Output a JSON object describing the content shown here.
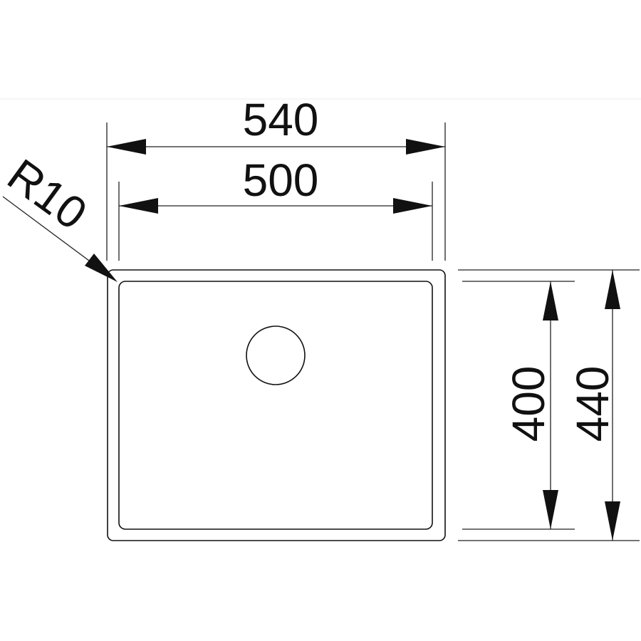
{
  "diagram": {
    "dimensions": {
      "outer_width": "540",
      "inner_width": "500",
      "inner_height": "400",
      "outer_height": "440",
      "corner_radius": "R10"
    }
  }
}
